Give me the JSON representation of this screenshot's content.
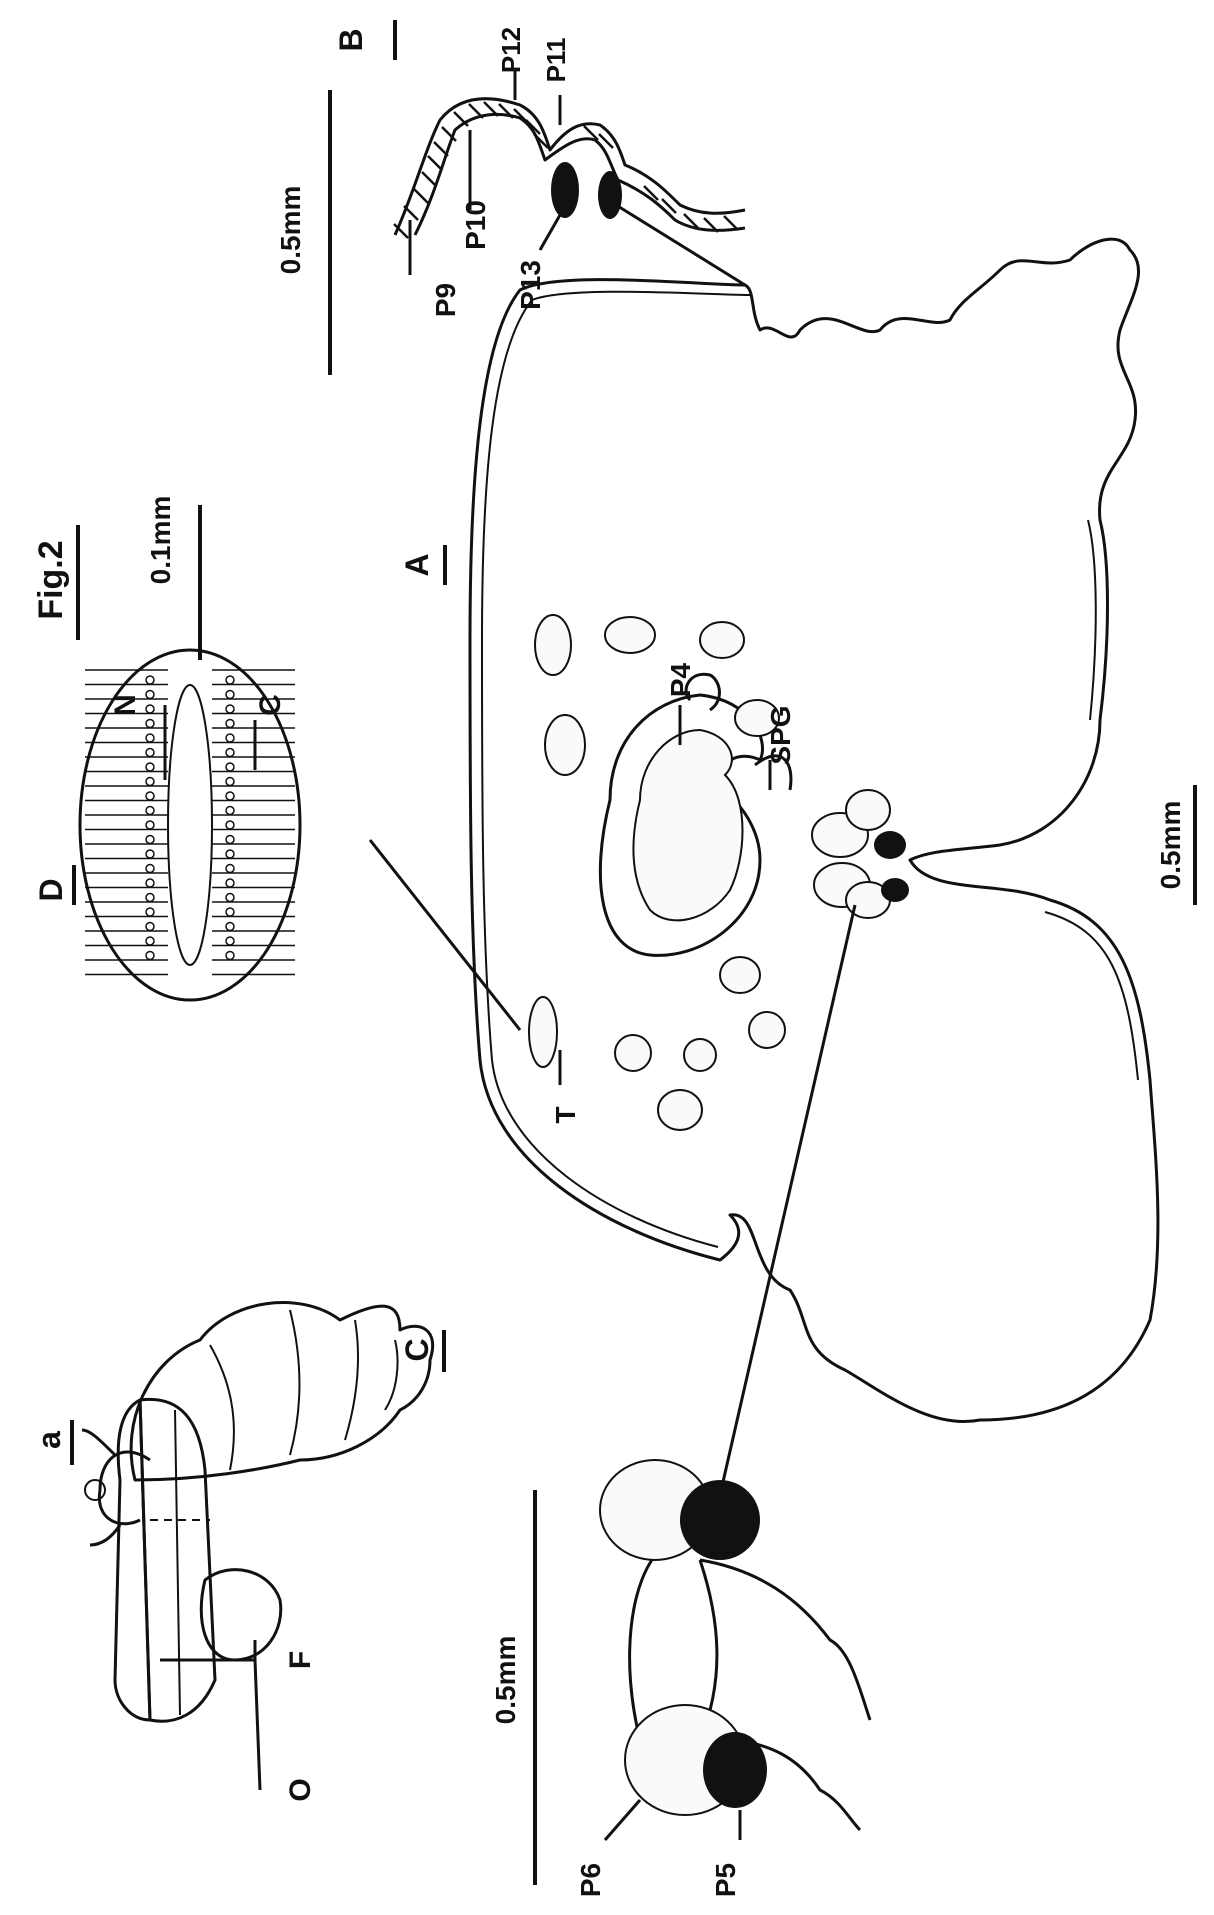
{
  "figure": {
    "title": "Fig.2",
    "panels": {
      "a": "a",
      "A": "A",
      "B": "B",
      "C": "C",
      "D": "D"
    },
    "scale_bars": {
      "A_top": "0.5mm",
      "A_right": "0.5mm",
      "C": "0.5mm",
      "D": "0.1mm"
    },
    "labels": {
      "F": "F",
      "O": "O",
      "N": "N",
      "C_cell": "C",
      "T": "T",
      "P4": "P4",
      "SPG": "SPG",
      "P5": "P5",
      "P6": "P6",
      "P9": "P9",
      "P10": "P10",
      "P11": "P11",
      "P12": "P12",
      "P13": "P13"
    }
  }
}
